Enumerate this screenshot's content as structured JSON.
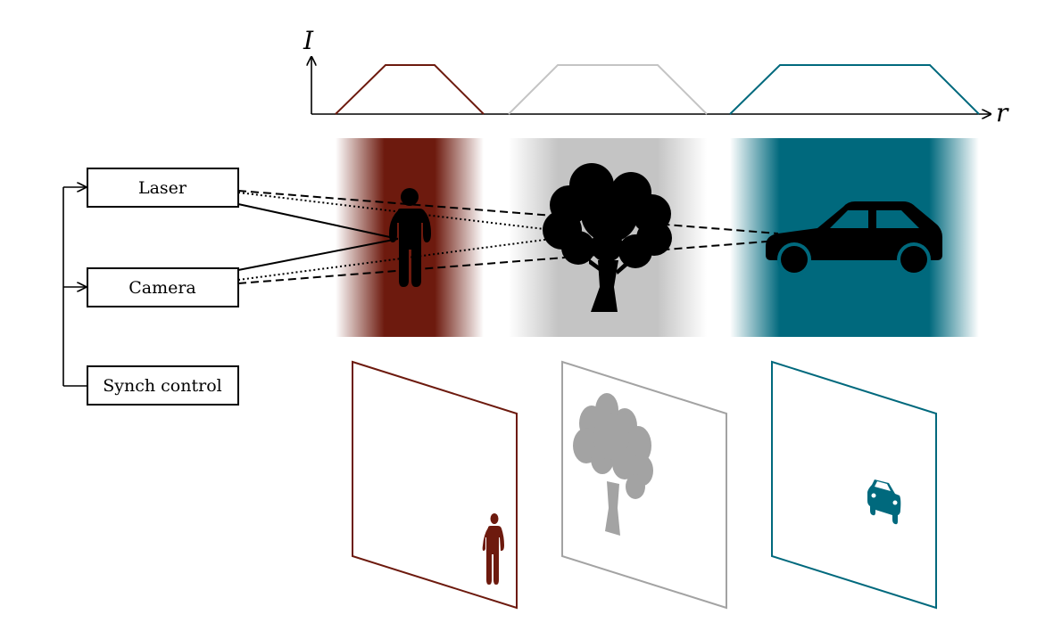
{
  "axis": {
    "y_label": "I",
    "x_label": "r"
  },
  "boxes": {
    "laser": "Laser",
    "camera": "Camera",
    "synch": "Synch control"
  },
  "colors": {
    "red": "#6d1a0e",
    "gray": "#c4c4c4",
    "gray_dark": "#a3a3a3",
    "teal": "#00697d",
    "black": "#000000"
  },
  "icons": [
    "person-icon",
    "tree-icon",
    "car-icon",
    "car-front-icon"
  ]
}
